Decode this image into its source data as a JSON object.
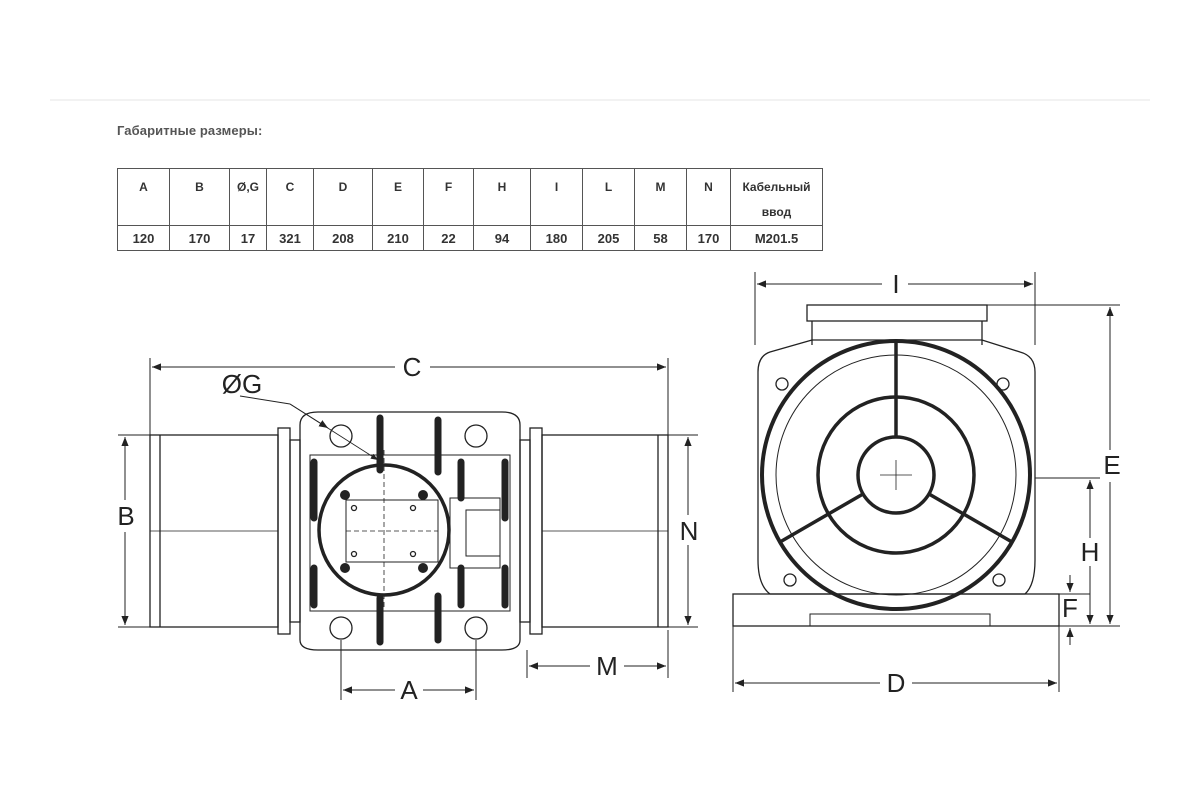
{
  "heading": "Габаритные размеры:",
  "table": {
    "columns": [
      "A",
      "B",
      "Ø,G",
      "C",
      "D",
      "E",
      "F",
      "H",
      "I",
      "L",
      "M",
      "N",
      "Кабельный ввод"
    ],
    "values": [
      "120",
      "170",
      "17",
      "321",
      "208",
      "210",
      "22",
      "94",
      "180",
      "205",
      "58",
      "170",
      "M201.5"
    ]
  },
  "drawing_labels": {
    "C": "C",
    "G": "ØG",
    "B": "B",
    "N": "N",
    "A": "A",
    "M": "M",
    "I": "I",
    "E": "E",
    "H": "H",
    "F": "F",
    "D": "D"
  }
}
